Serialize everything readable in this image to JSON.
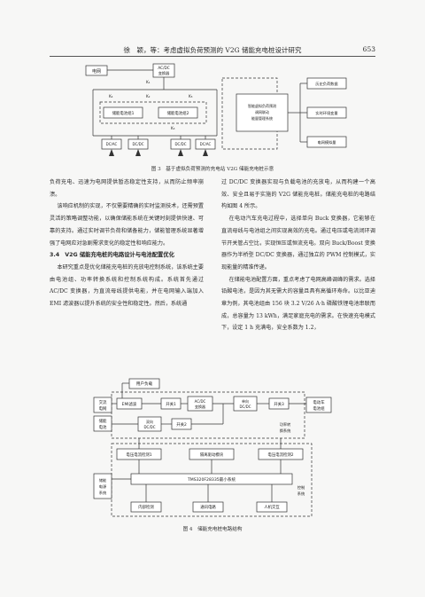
{
  "header": {
    "title": "徐　颖，等：考虑虚拟负荷预测的 V2G 储能充电桩设计研究",
    "page_number": "653"
  },
  "figure3": {
    "caption": "图 3　基于虚拟负荷预测的充电站 V2G 储能充电桩示意",
    "labels": {
      "grid": "电网",
      "acdc": "AC/DC\n变换器",
      "k1": "K₁",
      "k2": "K₂",
      "k3": "K₃",
      "k4": "K₄",
      "k5": "K₅",
      "battery1": "储能电池组1",
      "battery2": "储能电池组2",
      "dcac": "DC/AC",
      "dcdc": "DC/DC",
      "ems": "智能虚拟负荷预测\n调网联动\n能量管理系统",
      "history": "历史负荷数据",
      "env": "实时环境变量",
      "gridsim": "电网模拟量"
    }
  },
  "left_col": {
    "p1": "负荷充电、迅速为电网提供暂态稳定性支持，从而防止频率崩溃。",
    "p2": "该响应机制的实现，不仅需要精确的实时监测技术，还需预置灵活的策略调整功能，以确保储能系统在关键时刻提供快速、可靠的支持。通过实时调节负荷和储备能力，储能管理系统显著增强了电网应对急剧需求变化的稳定性和响应能力。",
    "heading_num": "3.4",
    "heading": "V2G 储能充电桩的电路设计与电池配置优化",
    "p3": "本研究重点是优化储能充电桩的充放电控制系统，该系统主要由电池组、功率转换系统和控制系统构成。系统首先通过 AC/DC 变换器，为直流母线提供电能，并在电网输入端加入 EMI 滤波器以提升系统的安全性和稳定性。然后，系统通"
  },
  "right_col": {
    "p1": "过 DC/DC 变换器实现与负载电池的充放电，从而构建一个高效、安全且易于实施的 V2G 储能充电桩。储能充电桩的电路结构如图 4 所示。",
    "p2": "在电动汽车充电过程中，选择单向 Buck 变换器，它能够在直流母线与电池组之间实现高效的充电。通过电压或电流闭环调节开关管占空比，实现恒压或恒流充电。双向 Buck/Boost 变换器作为半桥型 DC/DC 变换器，通过独立的 PWM 控制模式，实现能量的精准传递。",
    "p3": "在储能电池配置方面，重点考虑了电网高峰调峰的需求。选择铅酸电池，是因为其无需大的容量且具有高循环寿命。以比亚迪章为例，其电池组由 156 块 3.2 V/26 A·h 磷酸铁锂电池串联而成，总容量为 13 kWh，满足家庭充电的需求。在快速充电模式下，设定 1 h 充满电，安全系数为 1.2，"
  },
  "figure4": {
    "caption": "图 4　储能充电桩电路结构",
    "labels": {
      "user_load": "用户负载",
      "ac_grid": "交流\n电网",
      "emi": "EMI滤波",
      "switch1": "开关1",
      "acdc": "AC/DC\n变换器",
      "uni_dcdc": "单向\nDC/DC",
      "switch3": "开关3",
      "ev": "电动车\n电池组",
      "battery": "储能\n电池",
      "bi_dcdc": "双向\nDC/DC",
      "switch2": "开关2",
      "pcs": "功率转\n换系统",
      "vmod1": "电压电流检测1",
      "isolation": "隔离驱动模块",
      "vmod2": "电压电流检测2",
      "mcu": "TMS320F28335最小系统",
      "bms": "储能\n电源\n系统",
      "internal": "内部检测",
      "comm": "通讯电路",
      "hmi": "人机交互",
      "control": "控制\n系统"
    }
  }
}
